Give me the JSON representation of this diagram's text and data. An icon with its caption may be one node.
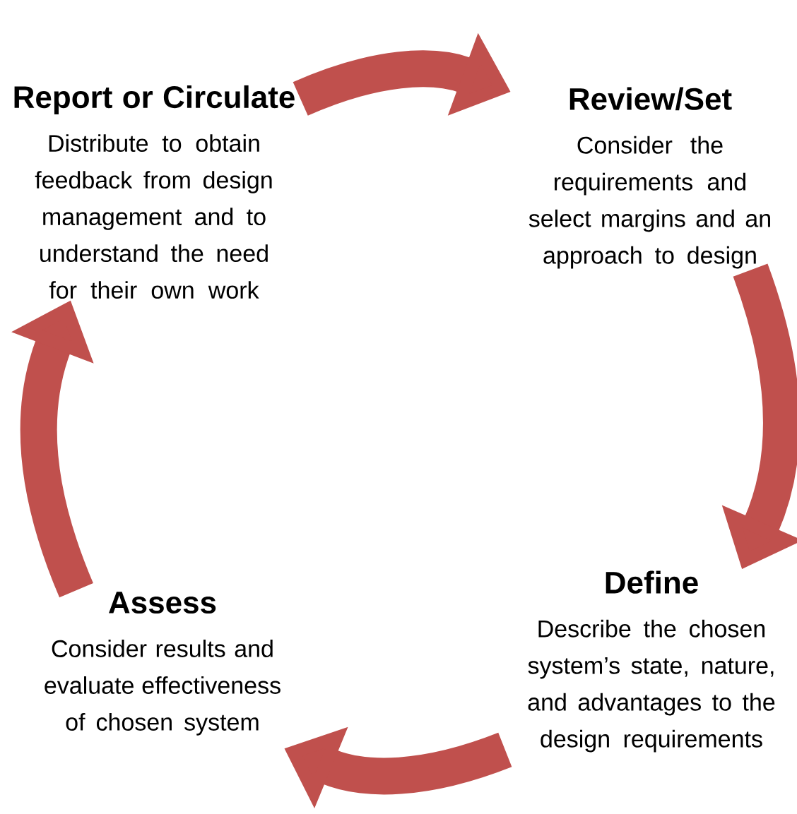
{
  "diagram": {
    "nodes": [
      {
        "text": [
          "Report or Circulate",
          "Distribute to obtain feedback from design management and to understand the need for their own work"
        ]
      },
      {
        "text": [
          "Review/Set",
          "Consider the requirements and select margins and an approach to design"
        ]
      },
      {
        "text": [
          "Define",
          "Describe the chosen system’s state, nature, and advantages to the design requirements"
        ]
      },
      {
        "text": [
          "Assess",
          "Consider results and evaluate effectiveness of chosen system"
        ]
      }
    ],
    "edges": [
      {
        "from": 0,
        "to": 1,
        "arrow": "to"
      },
      {
        "from": 1,
        "to": 2,
        "arrow": "to"
      },
      {
        "from": 2,
        "to": 3,
        "arrow": "to"
      },
      {
        "from": 3,
        "to": 0,
        "arrow": "to"
      }
    ]
  }
}
